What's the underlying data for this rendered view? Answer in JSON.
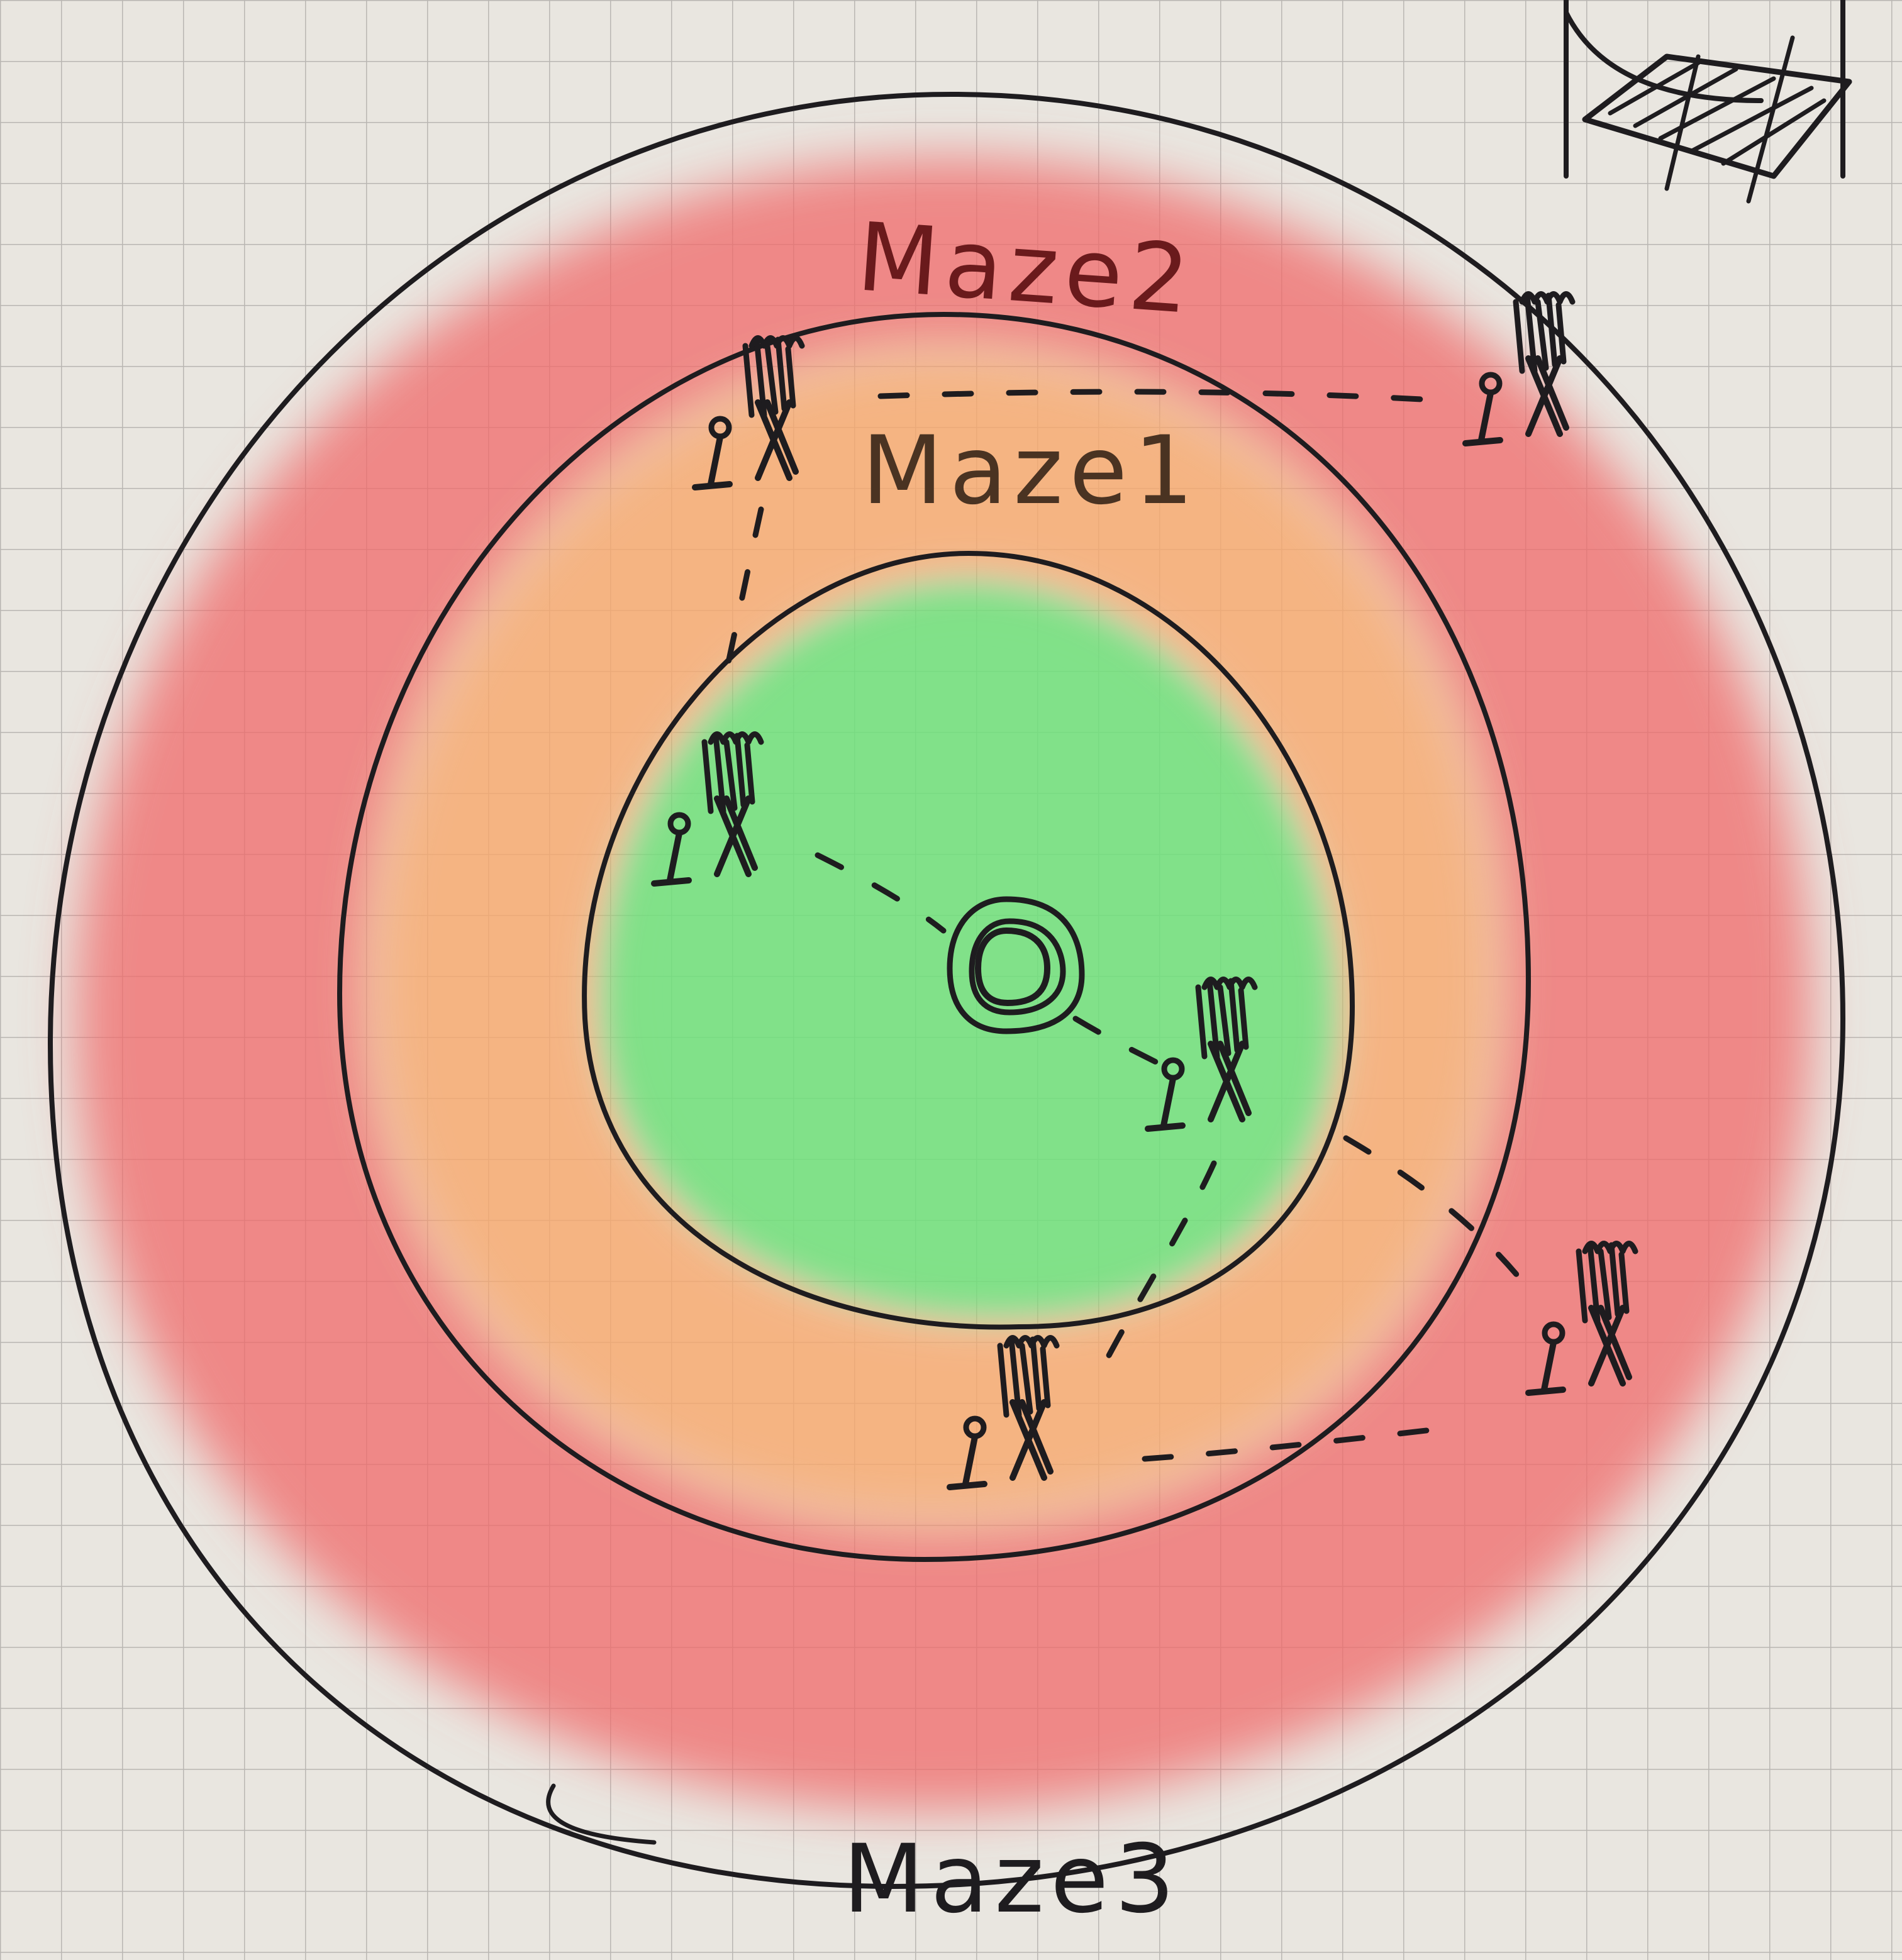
{
  "diagram": {
    "labels": {
      "maze1": "Maze1",
      "maze2": "Maze2",
      "maze3": "Maze3"
    },
    "colors": {
      "paper": "#e9e6e0",
      "grid": "#b9b6b2",
      "ink": "#1e1c1f",
      "maze1_fill": "#f7a76b",
      "maze2_fill": "#f06a6a",
      "center_fill": "#6fe07a",
      "maze1_label_ink": "#4a3322",
      "maze2_label_ink": "#6a1a1c"
    },
    "icons": [
      "center-portal-icon",
      "gate-figure-icon",
      "gate-figure-icon",
      "gate-figure-icon",
      "gate-figure-icon",
      "gate-figure-icon",
      "gate-figure-icon",
      "corner-sketch-icon"
    ]
  }
}
